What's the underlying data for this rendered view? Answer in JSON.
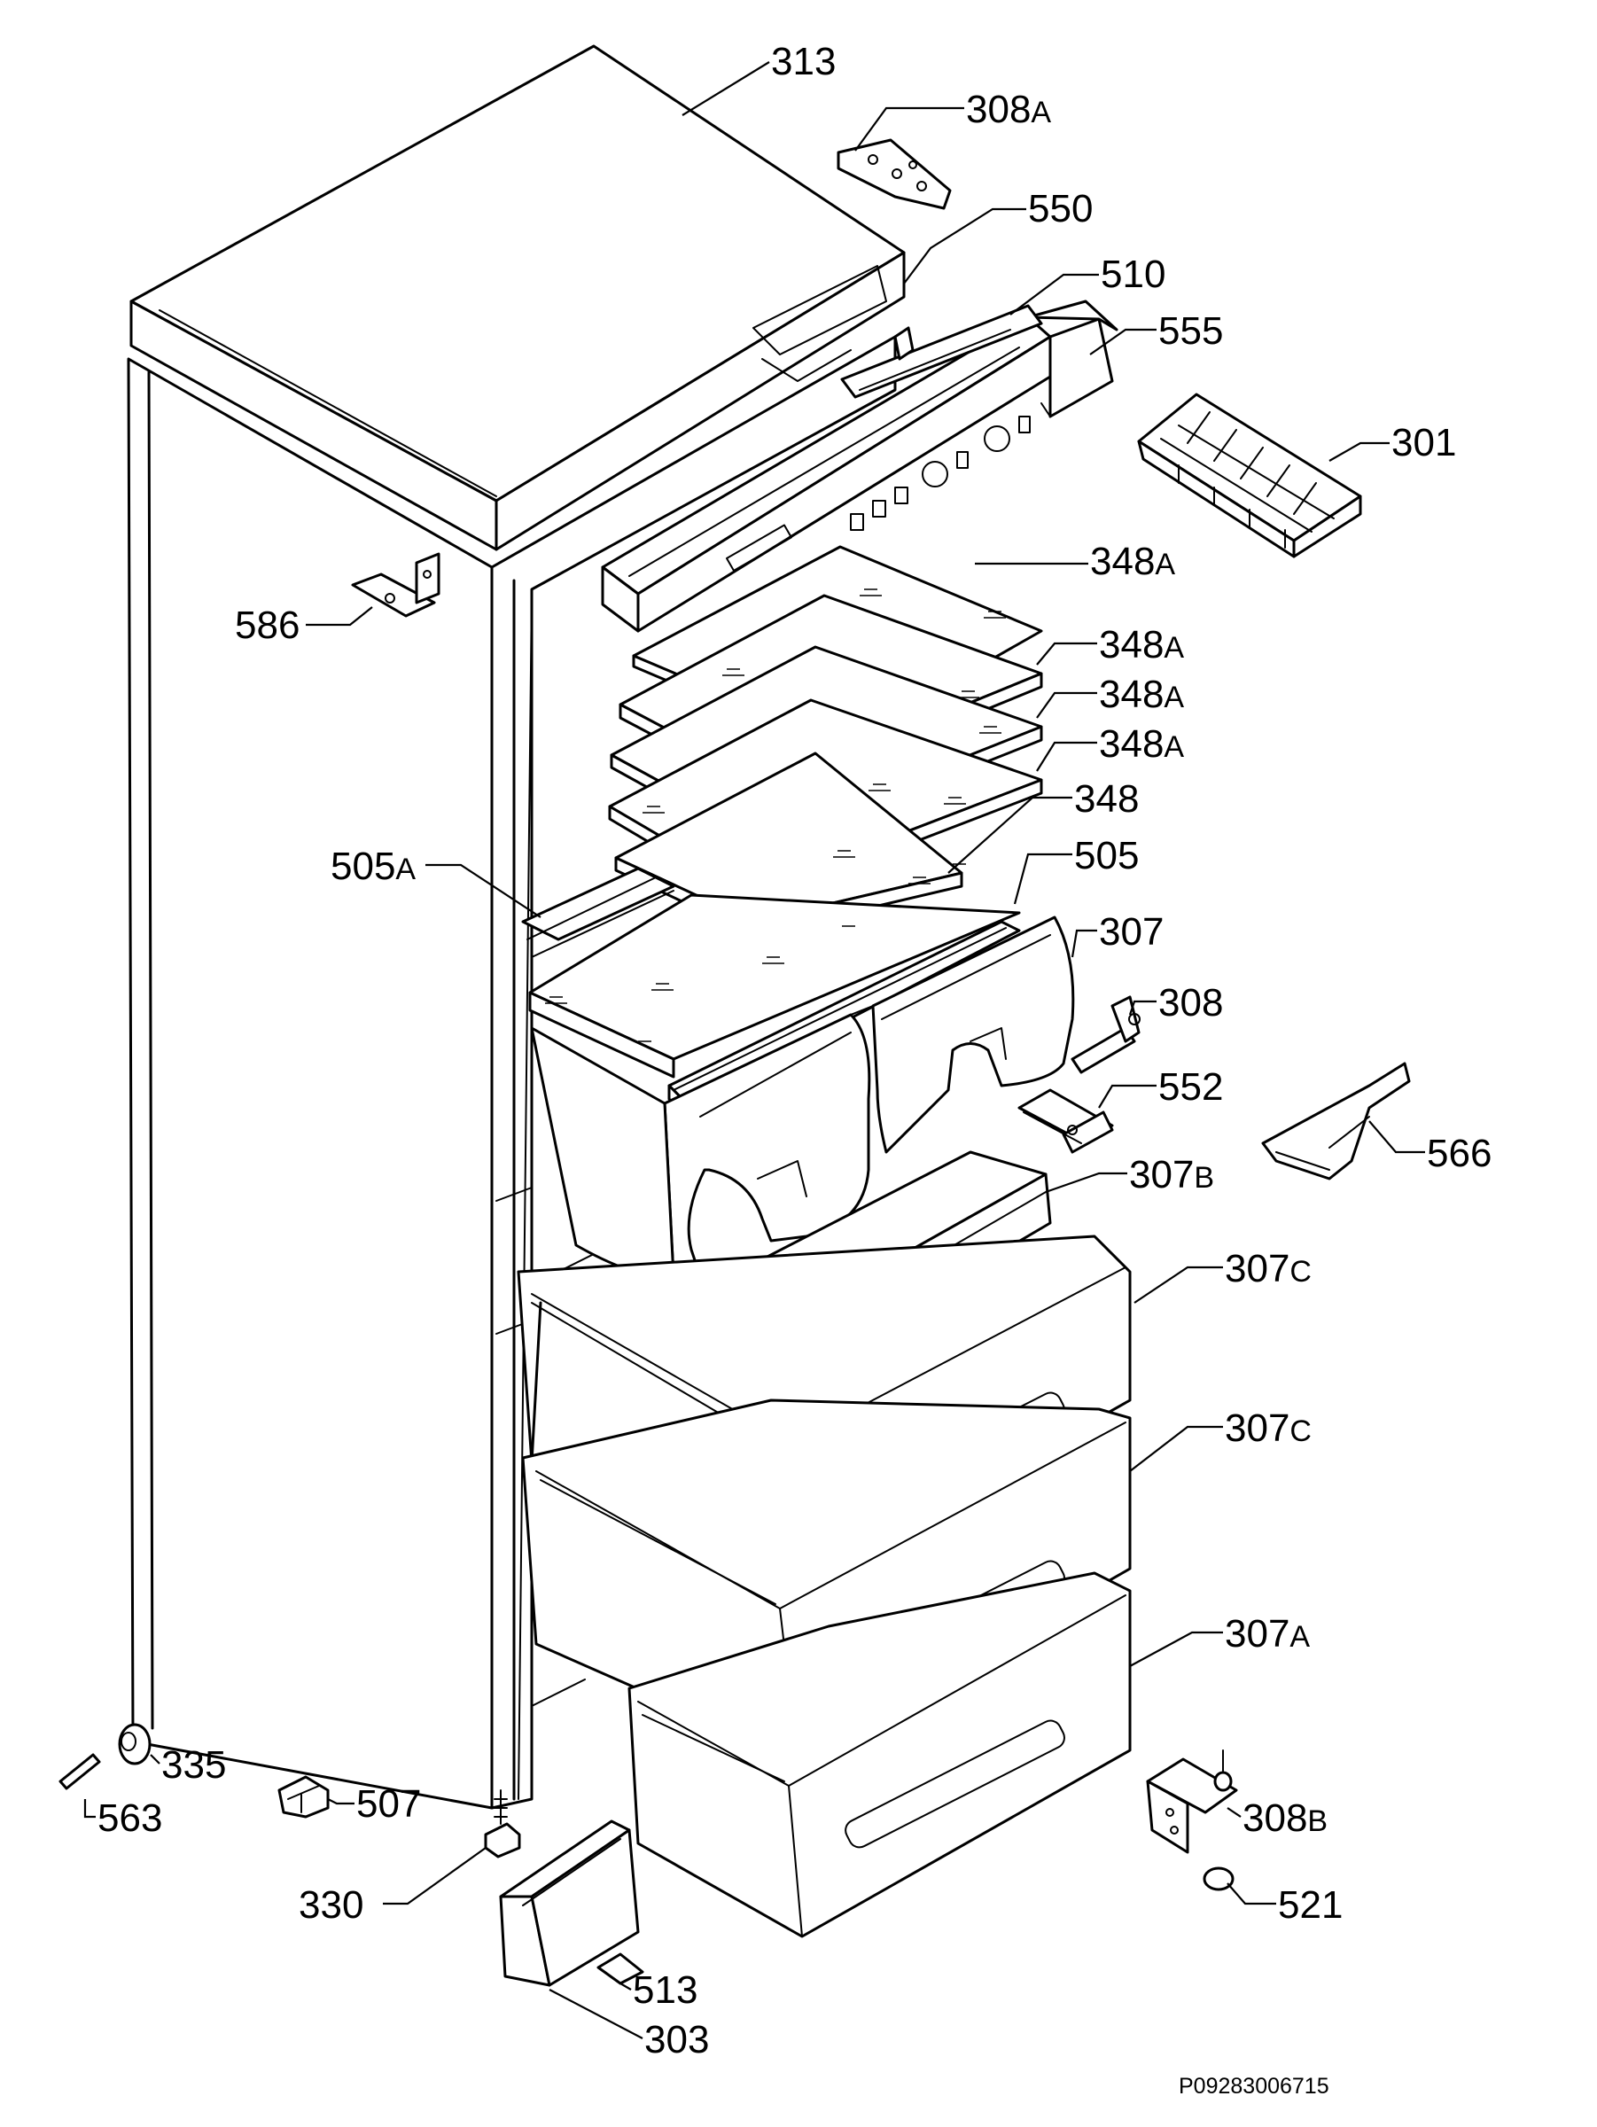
{
  "diagram_code": "P09283006715",
  "callouts": [
    {
      "num": "313",
      "suffix": ""
    },
    {
      "num": "308",
      "suffix": "A"
    },
    {
      "num": "550",
      "suffix": ""
    },
    {
      "num": "510",
      "suffix": ""
    },
    {
      "num": "555",
      "suffix": ""
    },
    {
      "num": "301",
      "suffix": ""
    },
    {
      "num": "348",
      "suffix": "A"
    },
    {
      "num": "586",
      "suffix": ""
    },
    {
      "num": "348",
      "suffix": "A"
    },
    {
      "num": "348",
      "suffix": "A"
    },
    {
      "num": "348",
      "suffix": "A"
    },
    {
      "num": "348",
      "suffix": ""
    },
    {
      "num": "505",
      "suffix": "A"
    },
    {
      "num": "505",
      "suffix": ""
    },
    {
      "num": "307",
      "suffix": ""
    },
    {
      "num": "308",
      "suffix": ""
    },
    {
      "num": "552",
      "suffix": ""
    },
    {
      "num": "566",
      "suffix": ""
    },
    {
      "num": "307",
      "suffix": "B"
    },
    {
      "num": "307",
      "suffix": "C"
    },
    {
      "num": "307",
      "suffix": "C"
    },
    {
      "num": "307",
      "suffix": "A"
    },
    {
      "num": "335",
      "suffix": ""
    },
    {
      "num": "563",
      "suffix": ""
    },
    {
      "num": "507",
      "suffix": ""
    },
    {
      "num": "330",
      "suffix": ""
    },
    {
      "num": "308",
      "suffix": "B"
    },
    {
      "num": "521",
      "suffix": ""
    },
    {
      "num": "513",
      "suffix": ""
    },
    {
      "num": "303",
      "suffix": ""
    }
  ]
}
